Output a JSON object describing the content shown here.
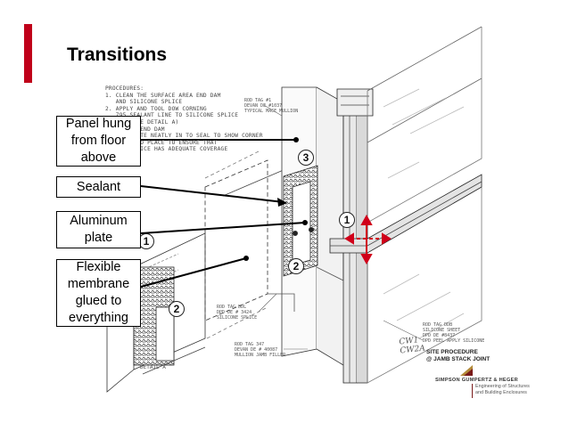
{
  "slide": {
    "title": "Transitions",
    "accent_color": "#c0001a"
  },
  "callouts": [
    {
      "id": "panel",
      "text": "Panel hung\nfrom floor\nabove"
    },
    {
      "id": "sealant",
      "text": "Sealant"
    },
    {
      "id": "aluminum",
      "text": "Aluminum\nplate"
    },
    {
      "id": "membrane",
      "text": "Flexible\nmembrane\nglued to\neverything"
    }
  ],
  "drawing": {
    "notes": "PROCEDURES:\n1. CLEAN THE SURFACE AREA END DAM\n   AND SILICONE SPLICE\n2. APPLY AND TOOL DOW CORNING\n   795 SEALANT LINE TO SILICONE SPLICE\n   ... (SEE DETAIL A)\n   ... TO END DAM\n   ... PLATE NEATLY IN TO SEAL TO SHOW CORNER\n   ... INTO PLACE TO ENSURE THAT\n   ... SPLICE HAS ADEQUATE COVERAGE\n   ... DAM",
    "tag_mullion": "ROD TAG #1\nDEVAN DE #1037\nTYPICAL MACE MULLION",
    "tag_silicone_1": "ROD TAG DDL\nDPD DE # 3424\nSILICONE SPLICE",
    "tag_silicone_2": "ROD TAG DDB\nSILICONE SHEET\nDPD DE #8437\nDPD PEEL APPLY SILICONE",
    "tag_filler": "ROD TAG 347\nDEVAN DE # 40087\nMULLION JAMB FILLER",
    "numbers": [
      "3",
      "1",
      "2",
      "1",
      "2"
    ],
    "detail_label": "DETAIL A",
    "signature": "CW1\nCW2A",
    "site_title": "SITE PROCEDURE\n@ JAMB STACK JOINT",
    "arrow_color": "#d0001a"
  },
  "logo": {
    "name": "SIMPSON GUMPERTZ & HEGER",
    "tagline": "Engineering of Structures\nand Building Enclosures",
    "color": "#7a1a1a"
  }
}
